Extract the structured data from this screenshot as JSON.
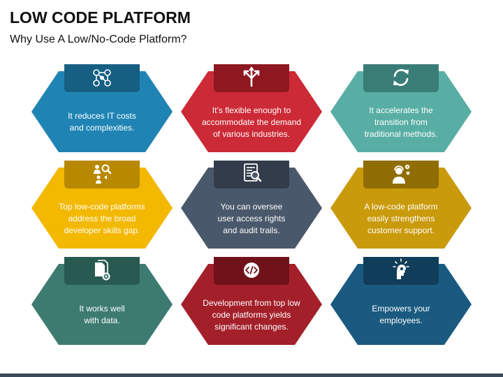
{
  "title": "LOW CODE PLATFORM",
  "subtitle": "Why Use A Low/No-Code Platform?",
  "cards": [
    {
      "text": "It reduces IT costs\nand complexities.",
      "color": "#1f84b4",
      "tab_color": "#165f83",
      "icon": "network-people-icon"
    },
    {
      "text": "It’s flexible enough to\naccommodate the demand\nof various industries.",
      "color": "#cc2a36",
      "tab_color": "#8e1820",
      "icon": "split-arrows-icon"
    },
    {
      "text": "It accelerates the\ntransition from\ntraditional methods.",
      "color": "#58aea5",
      "tab_color": "#3a7d77",
      "icon": "refresh-icon"
    },
    {
      "text": "Top low-code platforms\naddress the broad\ndeveloper skills gap.",
      "color": "#f3b800",
      "tab_color": "#b88900",
      "icon": "developer-search-icon"
    },
    {
      "text": "You can oversee\nuser access rights\nand audit trails.",
      "color": "#4a586b",
      "tab_color": "#323c4a",
      "icon": "audit-document-icon"
    },
    {
      "text": "A low-code platform\neasily strengthens\ncustomer support.",
      "color": "#c99a0b",
      "tab_color": "#906d05",
      "icon": "customer-support-icon"
    },
    {
      "text": "It works well\nwith data.",
      "color": "#3d7b70",
      "tab_color": "#295a51",
      "icon": "data-files-icon"
    },
    {
      "text": "Development from top low\ncode platforms yields\nsignificant changes.",
      "color": "#a3202a",
      "tab_color": "#6f1219",
      "icon": "code-icon"
    },
    {
      "text": "Empowers your\nemployees.",
      "color": "#1a5a80",
      "tab_color": "#103e5a",
      "icon": "idea-person-icon"
    }
  ]
}
